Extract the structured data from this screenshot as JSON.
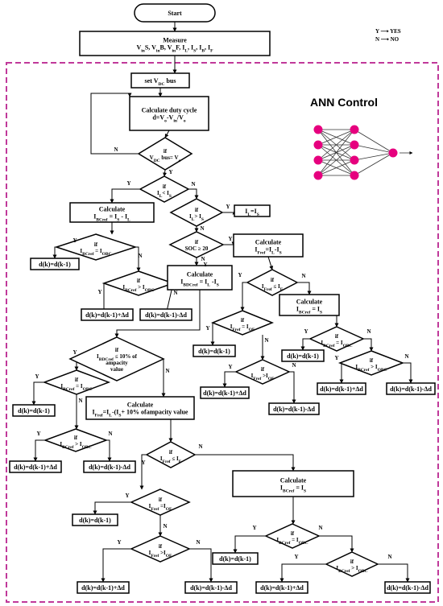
{
  "legend": {
    "yes": "Y ⟶ YES",
    "no": "N ⟶ NO"
  },
  "ann": {
    "title": "ANN Control",
    "accent": "#c0399a",
    "node_color": "#e6007e"
  },
  "labels": {
    "yes": "Y",
    "no": "N"
  },
  "nodes": {
    "start": "Start",
    "measure": [
      "Measure",
      "VinS, VinB, VinF, IL, IS, IB, IF"
    ],
    "setv": "set VDC bus",
    "duty": [
      "Calculate duty cycle",
      "d=Vo-Vin/Vo"
    ],
    "d_vdc": [
      "if",
      "VDC bus= Vo"
    ],
    "d_il_is": [
      "if",
      "IL< IS"
    ],
    "calc_ibcref1": [
      "Calculate",
      "IBCref = IS - IL"
    ],
    "d_il_gt_is": [
      "if",
      "IL> IS"
    ],
    "il_eq_is": "IL=IS",
    "d_ibcref_eq_iobc1": [
      "if",
      "IBCref = IOBC"
    ],
    "r1": "d(k)=d(k-1)",
    "d_soc": [
      "if",
      "SOC ≥ 20"
    ],
    "calc_ifref1": [
      "Calculate",
      "IFref=IL-IS"
    ],
    "d_ibcref_gt_iobc1": [
      "if",
      "IBCref > IOBC"
    ],
    "calc_ibdcref": [
      "Calculate",
      "IBDCref = IL -IS"
    ],
    "d_ifref_le_if1": [
      "if",
      "IFref ≤ IF"
    ],
    "r2": "d(k)=d(k-1)+Δd",
    "r3": "d(k)=d(k-1)-Δd",
    "calc_ibcref2": [
      "Calculate",
      "IBCref = IS"
    ],
    "d_ifref_eq_iof1": [
      "if",
      "IFref = IOF"
    ],
    "d_ibcref_eq_iobc2": [
      "if",
      "IBCref = IOBC"
    ],
    "r4": "d(k)=d(k-1)",
    "d_ibdcref_pct": [
      "if",
      "IBDCref ≤ 10% of",
      "ampacity",
      "value"
    ],
    "r5": "d(k)=d(k-1)",
    "d_ifref_gt_iof1": [
      "if",
      "IFref >IOF"
    ],
    "d_ibcref_gt_iobc2": [
      "if",
      "IBCref > IOBC"
    ],
    "r6": "d(k)=d(k-1)+Δd",
    "r7": "d(k)=d(k-1)+Δd",
    "r8": "d(k)=d(k-1)-Δd",
    "d_ibcref_eq_iobc3": [
      "if",
      "IBCref = IOBC"
    ],
    "r9": "d(k)=d(k-1)-Δd",
    "r10": "d(k)=d(k-1)",
    "calc_ifref2": [
      "Calculate",
      "IFref=IL-(IS+ 10% ofampacity value"
    ],
    "d_ibcref_gt_iobc3": [
      "if",
      "IBCref > IOBC"
    ],
    "r11": "d(k)=d(k-1)+Δd",
    "r12": "d(k)=d(k-1)-Δd",
    "d_ifref_le_if2": [
      "if",
      "IFref ≤ IF"
    ],
    "calc_ibcref3": [
      "Calculate",
      "IBCref = IS"
    ],
    "d_ifref_eq_iof2": [
      "if",
      "IFref =IOF"
    ],
    "r13": "d(k)=d(k-1)",
    "d_ibcref_eq_iobc4": [
      "if",
      "IBCref = IOBC"
    ],
    "d_ifref_gt_iof2": [
      "if",
      "IFref >IOF"
    ],
    "r14": "d(k)=d(k-1)",
    "d_ibcref_gt_iobc4": [
      "if",
      "IBCref > IOBC"
    ],
    "r15": "d(k)=d(k-1)+Δd",
    "r16": "d(k)=d(k-1)-Δd",
    "r17": "d(k)=d(k-1)+Δd",
    "r18": "d(k)=d(k-1)-Δd"
  }
}
